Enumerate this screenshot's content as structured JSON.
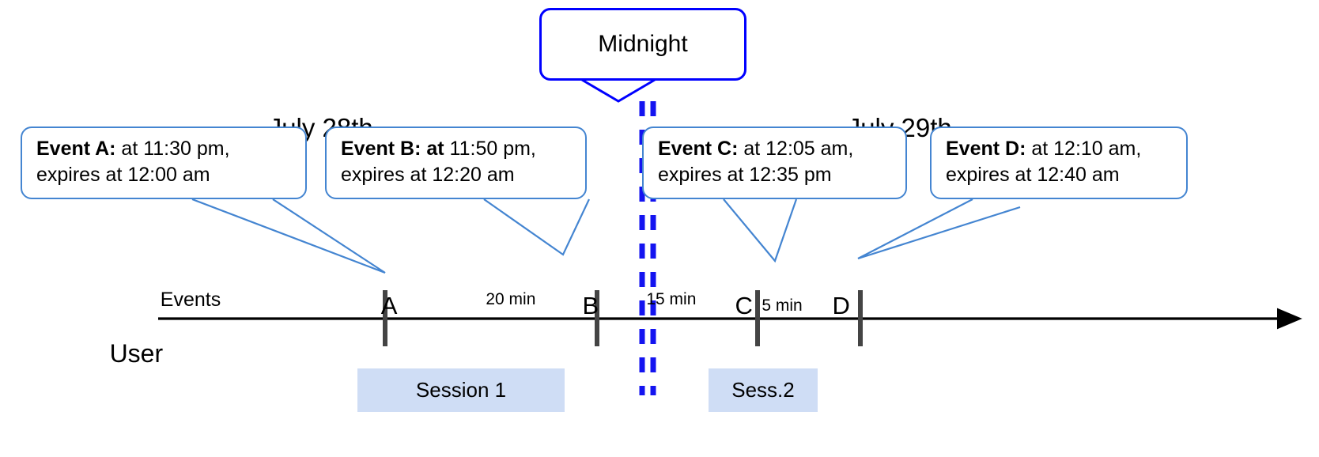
{
  "diagram": {
    "title_callout": {
      "label": "Midnight",
      "color": "#0000FF"
    },
    "dates": [
      {
        "label": "July 28th"
      },
      {
        "label": "July 29th"
      }
    ],
    "axis": {
      "row_label": "User",
      "events_label": "Events",
      "arrow_color": "#000000"
    },
    "event_callouts": [
      {
        "id": "A",
        "bold": "Event A:",
        "rest_line1": " at 11:30 pm,",
        "line2": "expires at 12:00 am",
        "bold2": ""
      },
      {
        "id": "B",
        "bold": "Event B: at",
        "rest_line1": " 11:50 pm,",
        "line2": "expires at 12:20 am",
        "bold2": ""
      },
      {
        "id": "C",
        "bold": "Event C:",
        "rest_line1": " at 12:05 am,",
        "line2": "expires at 12:35 pm",
        "bold2": ""
      },
      {
        "id": "D",
        "bold": "Event D:",
        "rest_line1": "  at 12:10 am,",
        "line2": "expires at 12:40 am",
        "bold2": ""
      }
    ],
    "markers": [
      {
        "label": "A"
      },
      {
        "label": "B"
      },
      {
        "label": "C"
      },
      {
        "label": "D"
      }
    ],
    "gaps": [
      {
        "label": "20 min"
      },
      {
        "label": "15 min"
      },
      {
        "label": "5 min"
      }
    ],
    "sessions": [
      {
        "label": "Session 1",
        "color": "#CFDDF5"
      },
      {
        "label": "Sess.2",
        "color": "#CFDDF5"
      }
    ]
  }
}
